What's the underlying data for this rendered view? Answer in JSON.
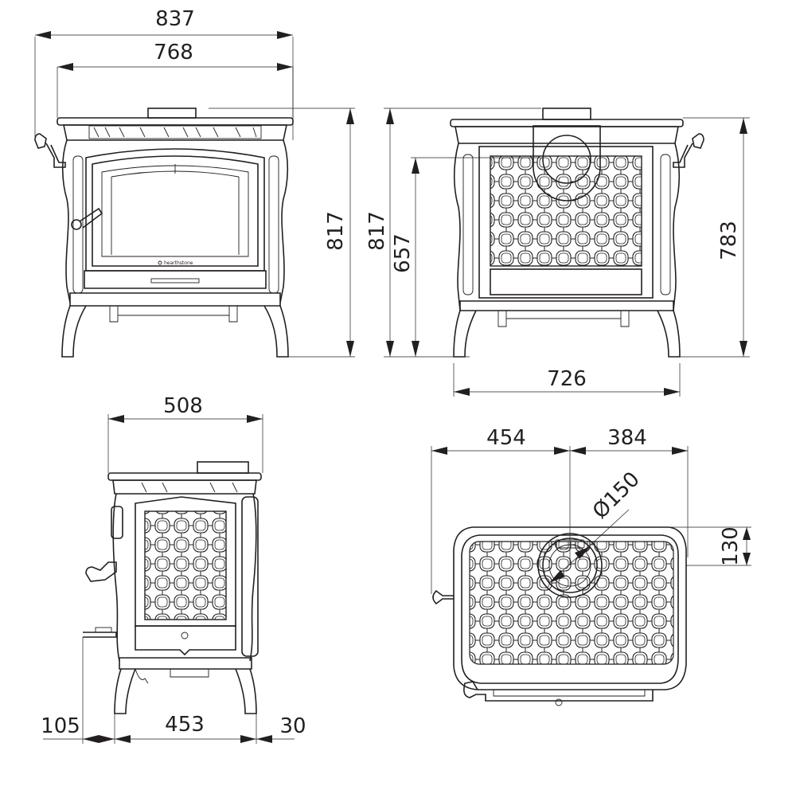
{
  "brand": "hearthstone",
  "dimensions": {
    "front_overall_width": "837",
    "front_body_width": "768",
    "front_height": "817",
    "rear_height": "817",
    "rear_outlet_height": "657",
    "rear_top_height": "783",
    "rear_width": "726",
    "side_depth": "508",
    "side_front_clearance": "105",
    "side_leg_span": "453",
    "side_rear_offset": "30",
    "top_left_to_flue": "454",
    "top_flue_to_right": "384",
    "top_flue_diameter": "Ø150",
    "top_flue_to_back": "130"
  },
  "colors": {
    "line": "#231f20",
    "background": "#ffffff"
  }
}
